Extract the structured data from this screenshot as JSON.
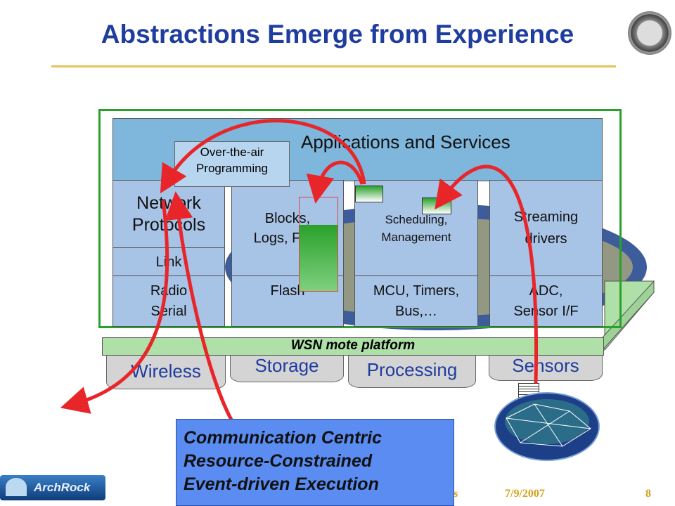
{
  "slide": {
    "title": "Abstractions Emerge from Experience",
    "layers": {
      "applications": "Applications and Services",
      "ota": [
        "Over-the-air",
        "Programming"
      ],
      "network": [
        "Network",
        "Protocols"
      ],
      "link": "Link",
      "radio": [
        "Radio",
        "Serial"
      ],
      "blocks": [
        "Blocks,",
        "Logs, Files"
      ],
      "flash": "Flash",
      "scheduling": [
        "Scheduling,",
        "Management"
      ],
      "mcu": [
        "MCU, Timers,",
        "Bus,…"
      ],
      "streaming": [
        "Streaming",
        "drivers"
      ],
      "adc": [
        "ADC,",
        "Sensor I/F"
      ]
    },
    "platform": "WSN mote platform",
    "hardware": [
      "Wireless",
      "Storage",
      "Processing",
      "Sensors"
    ],
    "callout": [
      "Communication Centric",
      "Resource-Constrained",
      "Event-driven Execution"
    ],
    "footer": {
      "date": "7/9/2007",
      "page": "8",
      "fragment": "s"
    },
    "logo": "ArchRock",
    "colors": {
      "title": "#1f3d9e",
      "arrow": "#e8262a",
      "frame": "#2aa12a",
      "callout": "#5a8cf2",
      "footer": "#d2a21c"
    }
  }
}
